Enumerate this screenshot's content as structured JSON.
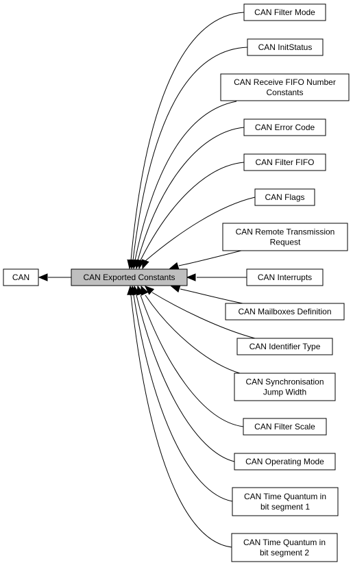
{
  "diagram": {
    "type": "dependency-graph",
    "root": {
      "id": "can",
      "label": [
        "CAN"
      ]
    },
    "current": {
      "id": "exported",
      "label": [
        "CAN Exported Constants"
      ]
    },
    "children": [
      {
        "id": "filter-mode",
        "label": [
          "CAN Filter Mode"
        ]
      },
      {
        "id": "init-status",
        "label": [
          "CAN InitStatus"
        ]
      },
      {
        "id": "receive-fifo",
        "label": [
          "CAN Receive FIFO Number",
          "Constants"
        ]
      },
      {
        "id": "error-code",
        "label": [
          "CAN Error Code"
        ]
      },
      {
        "id": "filter-fifo",
        "label": [
          "CAN Filter FIFO"
        ]
      },
      {
        "id": "flags",
        "label": [
          "CAN Flags"
        ]
      },
      {
        "id": "remote-tx",
        "label": [
          "CAN Remote Transmission",
          "Request"
        ]
      },
      {
        "id": "interrupts",
        "label": [
          "CAN Interrupts"
        ]
      },
      {
        "id": "mailboxes",
        "label": [
          "CAN Mailboxes Definition"
        ]
      },
      {
        "id": "identifier-type",
        "label": [
          "CAN Identifier Type"
        ]
      },
      {
        "id": "sync-jump",
        "label": [
          "CAN Synchronisation",
          "Jump Width"
        ]
      },
      {
        "id": "filter-scale",
        "label": [
          "CAN Filter Scale"
        ]
      },
      {
        "id": "operating-mode",
        "label": [
          "CAN Operating Mode"
        ]
      },
      {
        "id": "tq-seg1",
        "label": [
          "CAN Time Quantum in",
          "bit segment 1"
        ]
      },
      {
        "id": "tq-seg2",
        "label": [
          "CAN Time Quantum in",
          "bit segment 2"
        ]
      }
    ]
  }
}
